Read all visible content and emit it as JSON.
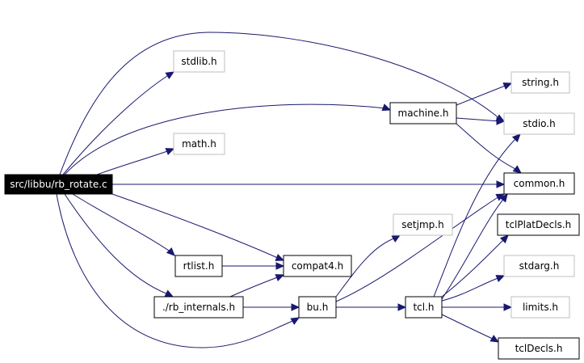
{
  "graph": {
    "title": "",
    "edge_color": "#191970",
    "nodes": [
      {
        "id": "rb_rotate",
        "label": "src/libbu/rb_rotate.c",
        "style": "root"
      },
      {
        "id": "stdlib",
        "label": "stdlib.h",
        "style": "gray"
      },
      {
        "id": "math",
        "label": "math.h",
        "style": "gray"
      },
      {
        "id": "machine",
        "label": "machine.h",
        "style": "normal"
      },
      {
        "id": "string",
        "label": "string.h",
        "style": "gray"
      },
      {
        "id": "stdio",
        "label": "stdio.h",
        "style": "gray"
      },
      {
        "id": "common",
        "label": "common.h",
        "style": "normal"
      },
      {
        "id": "setjmp",
        "label": "setjmp.h",
        "style": "gray"
      },
      {
        "id": "tclplat",
        "label": "tclPlatDecls.h",
        "style": "normal"
      },
      {
        "id": "rtlist",
        "label": "rtlist.h",
        "style": "normal"
      },
      {
        "id": "compat4",
        "label": "compat4.h",
        "style": "normal"
      },
      {
        "id": "stdarg",
        "label": "stdarg.h",
        "style": "gray"
      },
      {
        "id": "rbint",
        "label": "./rb_internals.h",
        "style": "normal"
      },
      {
        "id": "bu",
        "label": "bu.h",
        "style": "normal"
      },
      {
        "id": "tcl",
        "label": "tcl.h",
        "style": "normal"
      },
      {
        "id": "limits",
        "label": "limits.h",
        "style": "gray"
      },
      {
        "id": "tcldecls",
        "label": "tclDecls.h",
        "style": "normal"
      }
    ],
    "edges": [
      {
        "from": "rb_rotate",
        "to": "stdlib"
      },
      {
        "from": "rb_rotate",
        "to": "math"
      },
      {
        "from": "rb_rotate",
        "to": "machine"
      },
      {
        "from": "rb_rotate",
        "to": "stdio"
      },
      {
        "from": "rb_rotate",
        "to": "common"
      },
      {
        "from": "rb_rotate",
        "to": "rtlist"
      },
      {
        "from": "rb_rotate",
        "to": "compat4"
      },
      {
        "from": "rb_rotate",
        "to": "rbint"
      },
      {
        "from": "rb_rotate",
        "to": "bu"
      },
      {
        "from": "machine",
        "to": "string"
      },
      {
        "from": "machine",
        "to": "stdio"
      },
      {
        "from": "machine",
        "to": "common"
      },
      {
        "from": "rtlist",
        "to": "compat4"
      },
      {
        "from": "rbint",
        "to": "compat4"
      },
      {
        "from": "rbint",
        "to": "bu"
      },
      {
        "from": "bu",
        "to": "setjmp"
      },
      {
        "from": "bu",
        "to": "common"
      },
      {
        "from": "bu",
        "to": "tcl"
      },
      {
        "from": "tcl",
        "to": "stdio"
      },
      {
        "from": "tcl",
        "to": "common"
      },
      {
        "from": "tcl",
        "to": "tclplat"
      },
      {
        "from": "tcl",
        "to": "stdarg"
      },
      {
        "from": "tcl",
        "to": "limits"
      },
      {
        "from": "tcl",
        "to": "tcldecls"
      }
    ]
  }
}
